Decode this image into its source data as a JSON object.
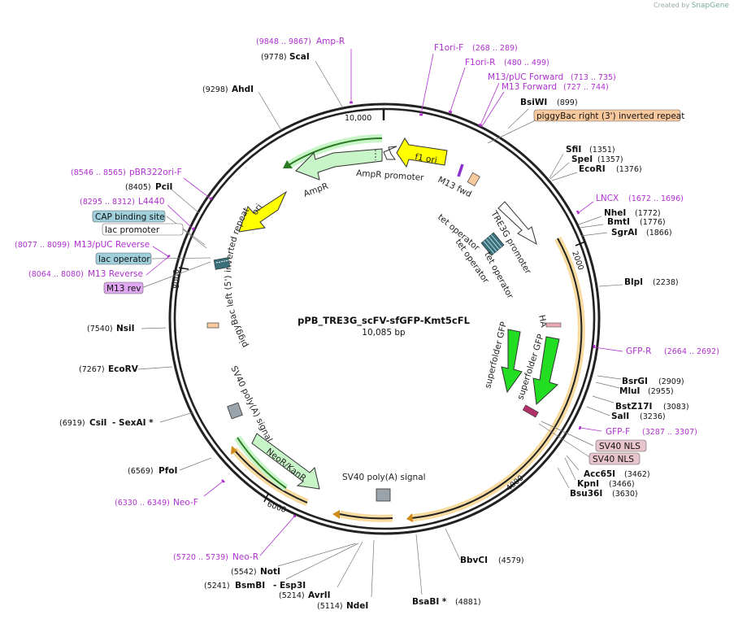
{
  "watermark": {
    "prefix": "Created by",
    "brand": "SnapGene"
  },
  "plasmid": {
    "name": "pPB_TRE3G_scFV-sfGFP-Kmt5cFL",
    "length_label": "10,085 bp"
  },
  "ticks": [
    "10,000",
    "2000",
    "4000",
    "6000",
    "8000"
  ],
  "sites": [
    {
      "name": "ScaI",
      "pos": "(9778)"
    },
    {
      "name": "AhdI",
      "pos": "(9298)"
    },
    {
      "name": "BsiWI",
      "pos": "(899)"
    },
    {
      "name": "SfiI",
      "pos": "(1351)"
    },
    {
      "name": "SpeI",
      "pos": "(1357)"
    },
    {
      "name": "EcoRI",
      "pos": "(1376)"
    },
    {
      "name": "NheI",
      "pos": "(1772)"
    },
    {
      "name": "BmtI",
      "pos": "(1776)"
    },
    {
      "name": "SgrAI",
      "pos": "(1866)"
    },
    {
      "name": "BlpI",
      "pos": "(2238)"
    },
    {
      "name": "BsrGI",
      "pos": "(2909)"
    },
    {
      "name": "MluI",
      "pos": "(2955)"
    },
    {
      "name": "BstZ17I",
      "pos": "(3083)"
    },
    {
      "name": "SalI",
      "pos": "(3236)"
    },
    {
      "name": "Acc65I",
      "pos": "(3462)"
    },
    {
      "name": "KpnI",
      "pos": "(3466)"
    },
    {
      "name": "Bsu36I",
      "pos": "(3630)"
    },
    {
      "name": "BbvCI",
      "pos": "(4579)"
    },
    {
      "name": "BsaBI *",
      "pos": "(4881)"
    },
    {
      "name": "NdeI",
      "pos": "(5114)"
    },
    {
      "name": "AvrII",
      "pos": "(5214)"
    },
    {
      "name": "BsmBI",
      "pos": "(5241)"
    },
    {
      "name": "- Esp3I",
      "pos": ""
    },
    {
      "name": "NotI",
      "pos": "(5542)"
    },
    {
      "name": "PfoI",
      "pos": "(6569)"
    },
    {
      "name": "CsiI",
      "pos": "(6919)"
    },
    {
      "name": "- SexAI *",
      "pos": ""
    },
    {
      "name": "EcoRV",
      "pos": "(7267)"
    },
    {
      "name": "NsiI",
      "pos": "(7540)"
    },
    {
      "name": "PciI",
      "pos": "(8405)"
    }
  ],
  "primers": [
    {
      "name": "Amp-R",
      "range": "(9848 .. 9867)"
    },
    {
      "name": "F1ori-F",
      "range": "(268 .. 289)"
    },
    {
      "name": "F1ori-R",
      "range": "(480 .. 499)"
    },
    {
      "name": "M13/pUC Forward",
      "range": "(713 .. 735)"
    },
    {
      "name": "M13 Forward",
      "range": "(727 .. 744)"
    },
    {
      "name": "LNCX",
      "range": "(1672 .. 1696)"
    },
    {
      "name": "GFP-R",
      "range": "(2664 .. 2692)"
    },
    {
      "name": "GFP-F",
      "range": "(3287 .. 3307)"
    },
    {
      "name": "Neo-F",
      "range": "(6330 .. 6349)"
    },
    {
      "name": "Neo-R",
      "range": "(5720 .. 5739)"
    },
    {
      "name": "pBR322ori-F",
      "range": "(8546 .. 8565)"
    },
    {
      "name": "L4440",
      "range": "(8295 .. 8312)"
    },
    {
      "name": "M13/pUC Reverse",
      "range": "(8077 .. 8099)"
    },
    {
      "name": "M13 Reverse",
      "range": "(8064 .. 8080)"
    }
  ],
  "boxed_labels": [
    {
      "name": "piggyBac right (3') inverted repeat",
      "color": "#f9c99e"
    },
    {
      "name": "CAP binding site",
      "color": "#9fd0dc"
    },
    {
      "name": "lac promoter",
      "color": "#ffffff"
    },
    {
      "name": "lac operator",
      "color": "#9fd0dc"
    },
    {
      "name": "M13 rev",
      "color": "#e0a8f0"
    },
    {
      "name": "SV40 NLS",
      "color": "#e8c4cc"
    },
    {
      "name": "SV40 NLS",
      "color": "#e8c4cc"
    }
  ],
  "features": {
    "f1_ori": "f1 ori",
    "ampr_promoter": "AmpR promoter",
    "ampr": "AmpR",
    "ori": "ori",
    "m13_fwd": "M13 fwd",
    "pb_left": "piggyBac left (5') inverted repeat",
    "tre3g_promoter": "TRE3G promoter",
    "tet_operator": "tet operator",
    "ha": "HA",
    "sfgfp": "superfolder GFP",
    "sv40_polya": "SV40 poly(A) signal",
    "neor": "NeoR/KanR"
  },
  "colors": {
    "primer": "#b030d0",
    "yellow": "#ffff00",
    "green": "#22dd22",
    "light_green": "#c8f5c8",
    "orange_orf": "#f0b040"
  }
}
